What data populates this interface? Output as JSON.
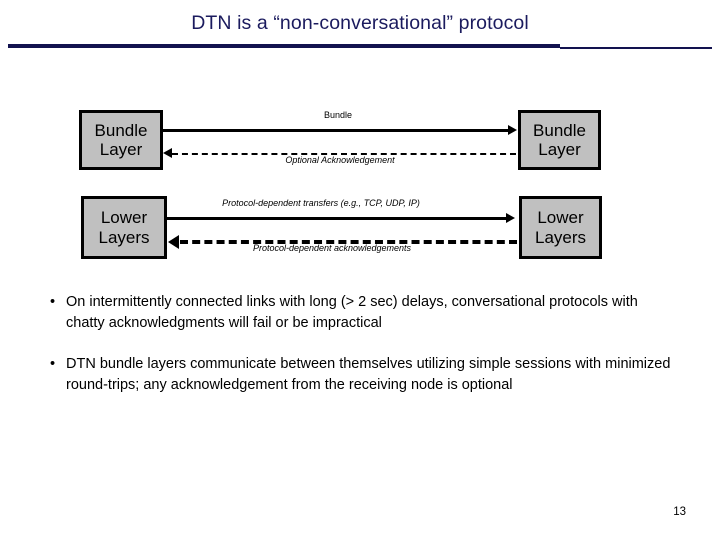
{
  "slide": {
    "title": "DTN is a “non-conversational” protocol",
    "page_number": "13",
    "title_color": "#1b1b5e",
    "rule_color": "#12124f",
    "box_fill_color": "#c0c0c0",
    "box_border_color": "#000000"
  },
  "diagram": {
    "nodes": [
      {
        "id": "bundle-left",
        "line1": "Bundle",
        "line2": "Layer"
      },
      {
        "id": "lower-left",
        "line1": "Lower",
        "line2": "Layers"
      },
      {
        "id": "bundle-right",
        "line1": "Bundle",
        "line2": "Layer"
      },
      {
        "id": "lower-right",
        "line1": "Lower",
        "line2": "Layers"
      }
    ],
    "edges": [
      {
        "id": "bundle-forward",
        "label": "Bundle",
        "style": "solid",
        "direction": "right"
      },
      {
        "id": "bundle-ack",
        "label": "Optional Acknowledgement",
        "style": "dashed",
        "direction": "left"
      },
      {
        "id": "lower-forward",
        "label": "Protocol-dependent transfers (e.g., TCP, UDP, IP)",
        "style": "solid",
        "direction": "right"
      },
      {
        "id": "lower-ack",
        "label": "Protocol-dependent acknowledgements",
        "style": "dashed",
        "direction": "left"
      }
    ]
  },
  "bullets": [
    {
      "marker": "•",
      "text": "On intermittently connected links with long (> 2 sec) delays, conversational protocols with chatty acknowledgments will fail or be impractical"
    },
    {
      "marker": "•",
      "text": "DTN bundle layers communicate between themselves utilizing simple sessions with minimized round-trips; any acknowledgement from the receiving node is optional"
    }
  ]
}
